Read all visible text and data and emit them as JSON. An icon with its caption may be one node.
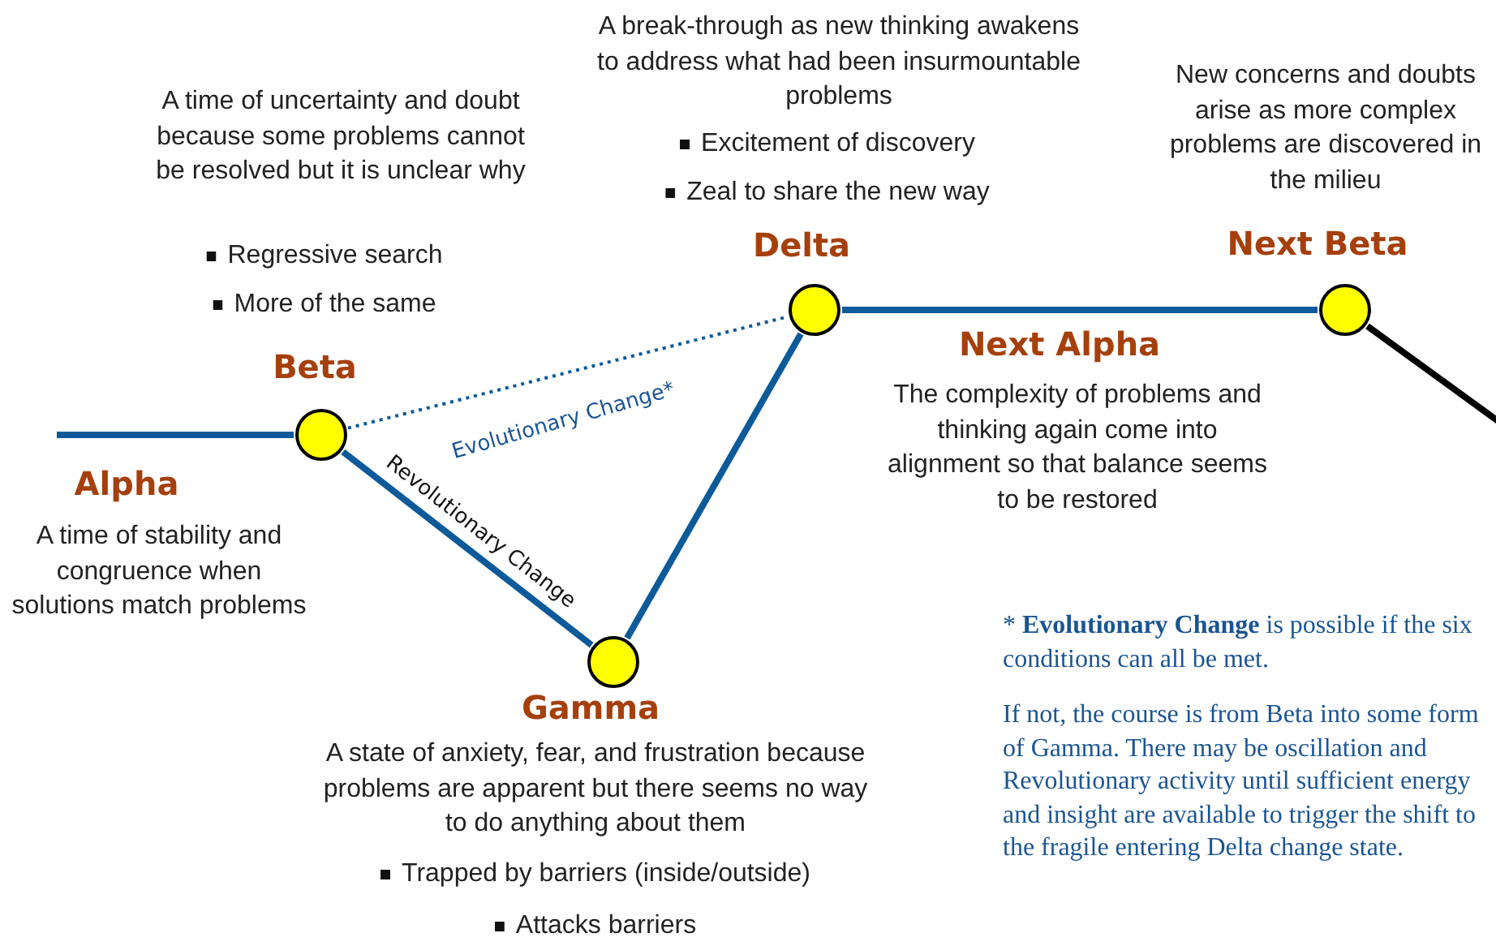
{
  "diagram": {
    "nodes": [
      {
        "text": [],
        "shape": "circle",
        "beside": [
          "Beta",
          "A time of uncertainty and doubt because some problems cannot be resolved but it is unclear why",
          "Regressive search",
          "More of the same"
        ]
      },
      {
        "text": [],
        "shape": "circle",
        "beside": [
          "Gamma",
          "A state of anxiety, fear, and frustration because problems are apparent but there seems no way to do anything about them",
          "Trapped by barriers (inside/outside)",
          "Attacks barriers"
        ]
      },
      {
        "text": [],
        "shape": "circle",
        "beside": [
          "Delta",
          "A break-through as new thinking awakens to address what had been insurmountable problems",
          "Excitement of discovery",
          "Zeal to share the new way"
        ]
      },
      {
        "text": [],
        "shape": "circle",
        "beside": [
          "Next Beta",
          "New concerns and doubts arise as more complex problems are discovered in the milieu"
        ]
      }
    ],
    "edges": [
      {
        "from": null,
        "to": 0,
        "arrow": "none"
      },
      {
        "from": 0,
        "to": 1,
        "arrow": "none",
        "label": "Revolutionary Change"
      },
      {
        "from": 1,
        "to": 2,
        "arrow": "none"
      },
      {
        "from": 0,
        "to": 2,
        "arrow": "none",
        "style": "dashed",
        "label": "Evolutionary Change*"
      },
      {
        "from": 2,
        "to": 3,
        "arrow": "none"
      },
      {
        "from": 3,
        "to": null,
        "arrow": "none",
        "color": "#000000"
      }
    ],
    "labels": [
      "Alpha",
      "A time of stability and congruence when solutions match problems",
      "Next Alpha",
      "The complexity of problems and thinking again come into alignment so that balance seems to be restored",
      "* **Evolutionary Change** is possible if the six conditions can all be met.",
      "If not, the course is from Beta into some form of Gamma. There may be oscillation and Revolutionary activity until sufficient energy and insight are available to trigger the shift to the fragile entering Delta change state."
    ]
  }
}
